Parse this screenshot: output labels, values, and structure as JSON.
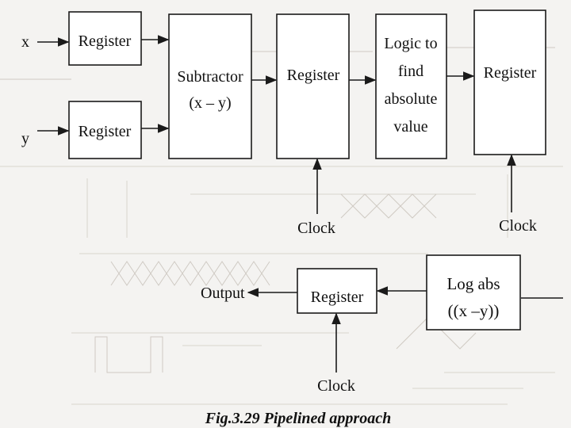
{
  "inputs": {
    "x": "x",
    "y": "y"
  },
  "blocks": {
    "reg_x": "Register",
    "reg_y": "Register",
    "subtractor": [
      "Subtractor",
      "(x – y)"
    ],
    "reg_mid": "Register",
    "abs_logic": [
      "Logic to",
      "find",
      "absolute",
      "value"
    ],
    "reg_right": "Register",
    "log_abs": [
      "Log abs",
      "((x –y))"
    ],
    "reg_out": "Register"
  },
  "signals": {
    "clock_1": "Clock",
    "clock_2": "Clock",
    "clock_3": "Clock",
    "output": "Output"
  },
  "caption": "Fig.3.29 Pipelined approach"
}
